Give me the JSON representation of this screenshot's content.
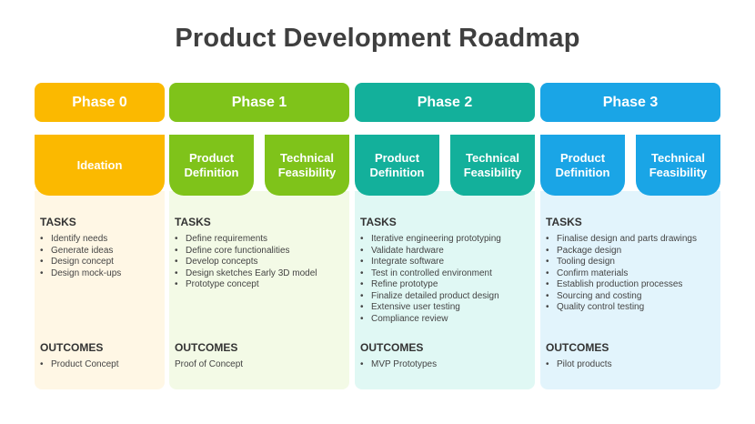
{
  "title": "Product Development Roadmap",
  "colors": {
    "phase0": "#FBB900",
    "phase1": "#7FC31A",
    "phase2": "#13B09B",
    "phase3": "#1AA5E6",
    "bg0": "#FFF7E5",
    "bg1": "#F3FAE6",
    "bg2": "#E0F8F4",
    "bg3": "#E2F4FC"
  },
  "phases": [
    {
      "label": "Phase 0",
      "stages": [
        "Ideation"
      ],
      "tasks_label": "TASKS",
      "tasks": [
        "Identify needs",
        "Generate ideas",
        "Design concept",
        "Design mock-ups"
      ],
      "outcomes_label": "OUTCOMES",
      "outcomes": [
        "Product Concept"
      ]
    },
    {
      "label": "Phase 1",
      "stages": [
        "Product Definition",
        "Technical Feasibility"
      ],
      "tasks_label": "TASKS",
      "tasks": [
        "Define requirements",
        "Define core functionalities",
        "Develop concepts",
        "Design sketches Early 3D model",
        "Prototype concept"
      ],
      "outcomes_label": "OUTCOMES",
      "outcomes": [
        "Proof of Concept"
      ]
    },
    {
      "label": "Phase 2",
      "stages": [
        "Product Definition",
        "Technical Feasibility"
      ],
      "tasks_label": "TASKS",
      "tasks": [
        "Iterative engineering prototyping",
        "Validate hardware",
        "Integrate software",
        "Test in controlled environment",
        "Refine prototype",
        "Finalize detailed product design",
        "Extensive user testing",
        "Compliance review"
      ],
      "outcomes_label": "OUTCOMES",
      "outcomes": [
        "MVP Prototypes"
      ]
    },
    {
      "label": "Phase 3",
      "stages": [
        "Product Definition",
        "Technical Feasibility"
      ],
      "tasks_label": "TASKS",
      "tasks": [
        "Finalise design and parts drawings",
        "Package design",
        "Tooling design",
        "Confirm materials",
        "Establish production processes",
        "Sourcing and costing",
        "Quality control testing"
      ],
      "outcomes_label": "OUTCOMES",
      "outcomes": [
        "Pilot products"
      ]
    }
  ]
}
